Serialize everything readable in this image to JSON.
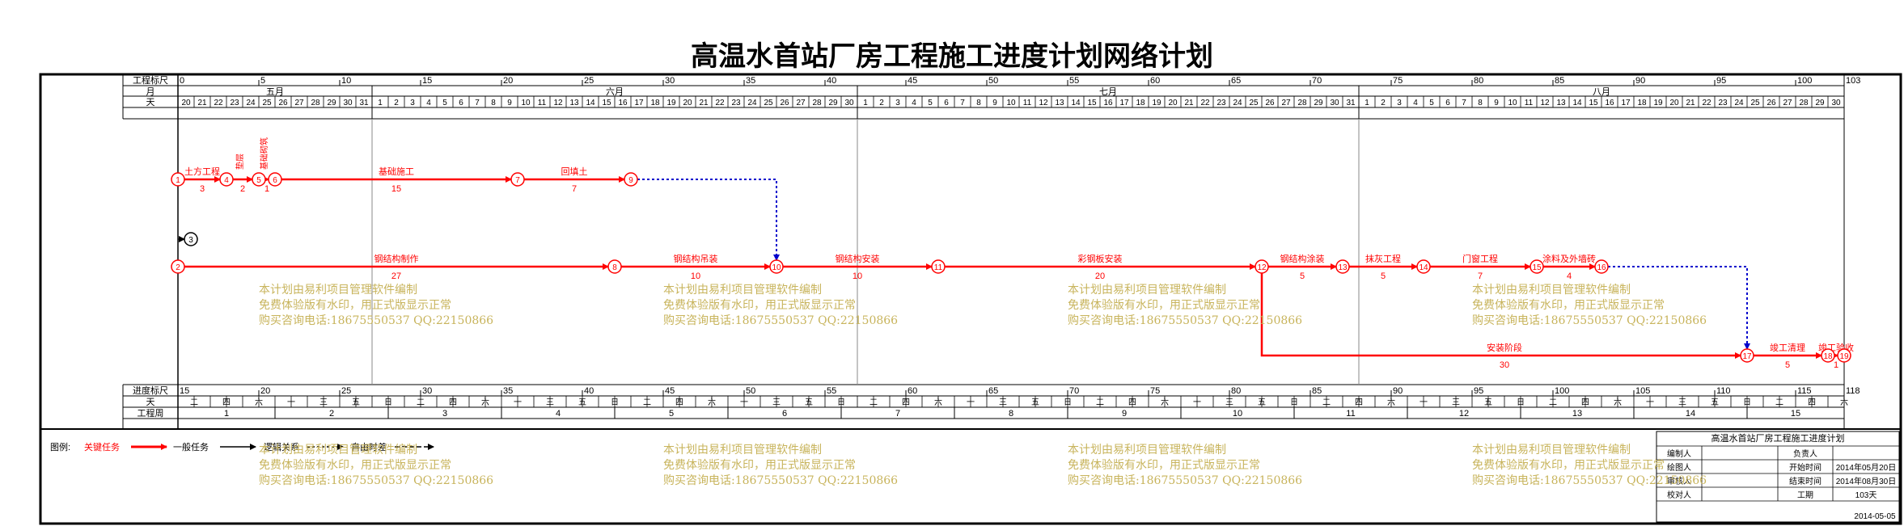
{
  "title": "高温水首站厂房工程施工进度计划网络计划",
  "scale_labels": {
    "engineering": "工程标尺",
    "month": "月",
    "day": "天",
    "progress": "进度标尺",
    "weekday_row": "天",
    "week": "工程周"
  },
  "months": [
    {
      "name": "五月",
      "days": [
        "20",
        "21",
        "22",
        "23",
        "24",
        "25",
        "26",
        "27",
        "28",
        "29",
        "30",
        "31"
      ]
    },
    {
      "name": "六月",
      "days": [
        "1",
        "2",
        "3",
        "4",
        "5",
        "6",
        "7",
        "8",
        "9",
        "10",
        "11",
        "12",
        "13",
        "14",
        "15",
        "16",
        "17",
        "18",
        "19",
        "20",
        "21",
        "22",
        "23",
        "24",
        "25",
        "26",
        "27",
        "28",
        "29",
        "30"
      ]
    },
    {
      "name": "七月",
      "days": [
        "1",
        "2",
        "3",
        "4",
        "5",
        "6",
        "7",
        "8",
        "9",
        "10",
        "11",
        "12",
        "13",
        "14",
        "15",
        "16",
        "17",
        "18",
        "19",
        "20",
        "21",
        "22",
        "23",
        "24",
        "25",
        "26",
        "27",
        "28",
        "29",
        "30",
        "31"
      ]
    },
    {
      "name": "八月",
      "days": [
        "1",
        "2",
        "3",
        "4",
        "5",
        "6",
        "7",
        "8",
        "9",
        "10",
        "11",
        "12",
        "13",
        "14",
        "15",
        "16",
        "17",
        "18",
        "19",
        "20",
        "21",
        "22",
        "23",
        "24",
        "25",
        "26",
        "27",
        "28",
        "29",
        "30"
      ]
    }
  ],
  "eng_ticks": [
    "0",
    "5",
    "10",
    "15",
    "20",
    "25",
    "30",
    "35",
    "40",
    "45",
    "50",
    "55",
    "60",
    "65",
    "70",
    "75",
    "80",
    "85",
    "90",
    "95",
    "100",
    "103"
  ],
  "prog_ticks": [
    "15",
    "20",
    "25",
    "30",
    "35",
    "40",
    "45",
    "50",
    "55",
    "60",
    "65",
    "70",
    "75",
    "80",
    "85",
    "90",
    "95",
    "100",
    "105",
    "110",
    "115",
    "118"
  ],
  "weekday_names": [
    "日",
    "一",
    "二",
    "三",
    "四",
    "五",
    "六"
  ],
  "weeks": [
    "1",
    "2",
    "3",
    "4",
    "5",
    "6",
    "7",
    "8",
    "9",
    "10",
    "11",
    "12",
    "13",
    "14",
    "15"
  ],
  "nodes": [
    {
      "id": "1",
      "d": 0,
      "row": "top"
    },
    {
      "id": "4",
      "d": 3,
      "row": "top"
    },
    {
      "id": "5",
      "d": 5,
      "row": "top"
    },
    {
      "id": "6",
      "d": 6,
      "row": "top"
    },
    {
      "id": "7",
      "d": 21,
      "row": "top"
    },
    {
      "id": "9",
      "d": 28,
      "row": "top"
    },
    {
      "id": "3",
      "d": 0.8,
      "row": "mid"
    },
    {
      "id": "2",
      "d": 0,
      "row": "bot"
    },
    {
      "id": "8",
      "d": 27,
      "row": "bot"
    },
    {
      "id": "10",
      "d": 37,
      "row": "bot"
    },
    {
      "id": "11",
      "d": 47,
      "row": "bot"
    },
    {
      "id": "12",
      "d": 67,
      "row": "bot"
    },
    {
      "id": "13",
      "d": 72,
      "row": "bot"
    },
    {
      "id": "14",
      "d": 77,
      "row": "bot"
    },
    {
      "id": "15",
      "d": 84,
      "row": "bot"
    },
    {
      "id": "16",
      "d": 88,
      "row": "bot"
    },
    {
      "id": "17",
      "d": 97,
      "row": "low"
    },
    {
      "id": "18",
      "d": 102,
      "row": "low"
    },
    {
      "id": "19",
      "d": 103,
      "row": "low"
    }
  ],
  "activities": [
    {
      "from": "1",
      "to": "4",
      "name": "土方工程",
      "dur": "3",
      "kind": "critical"
    },
    {
      "from": "4",
      "to": "5",
      "name": "垫层",
      "dur": "2",
      "kind": "critical",
      "vertical": true
    },
    {
      "from": "5",
      "to": "6",
      "name": "基础砌筑",
      "dur": "1",
      "kind": "critical",
      "vertical": true
    },
    {
      "from": "6",
      "to": "7",
      "name": "基础施工",
      "dur": "15",
      "kind": "critical"
    },
    {
      "from": "7",
      "to": "9",
      "name": "回填土",
      "dur": "7",
      "kind": "critical"
    },
    {
      "from": "9",
      "to": "10",
      "name": "",
      "dur": "",
      "kind": "dependency"
    },
    {
      "from": "2",
      "to": "8",
      "name": "钢结构制作",
      "dur": "27",
      "kind": "critical"
    },
    {
      "from": "8",
      "to": "10",
      "name": "钢结构吊装",
      "dur": "10",
      "kind": "critical"
    },
    {
      "from": "10",
      "to": "11",
      "name": "钢结构安装",
      "dur": "10",
      "kind": "critical"
    },
    {
      "from": "11",
      "to": "12",
      "name": "彩钢板安装",
      "dur": "20",
      "kind": "critical"
    },
    {
      "from": "12",
      "to": "13",
      "name": "钢结构涂装",
      "dur": "5",
      "kind": "critical"
    },
    {
      "from": "13",
      "to": "14",
      "name": "抹灰工程",
      "dur": "5",
      "kind": "critical"
    },
    {
      "from": "14",
      "to": "15",
      "name": "门窗工程",
      "dur": "7",
      "kind": "critical"
    },
    {
      "from": "15",
      "to": "16",
      "name": "涂料及外墙砖",
      "dur": "4",
      "kind": "critical"
    },
    {
      "from": "16",
      "to": "17",
      "name": "",
      "dur": "",
      "kind": "dependency"
    },
    {
      "from": "12",
      "to": "17",
      "name": "安装阶段",
      "dur": "30",
      "kind": "critical"
    },
    {
      "from": "17",
      "to": "18",
      "name": "竣工清理",
      "dur": "5",
      "kind": "critical"
    },
    {
      "from": "18",
      "to": "19",
      "name": "竣工验收",
      "dur": "1",
      "kind": "critical"
    }
  ],
  "legend": {
    "title": "图例:",
    "critical": "关键任务",
    "normal": "一般任务",
    "logic": "逻辑关系",
    "free_float": "自由时差"
  },
  "info": {
    "title": "高温水首站厂房工程施工进度计划",
    "rows": [
      [
        "编制人",
        "",
        "负责人",
        ""
      ],
      [
        "绘图人",
        "",
        "开始时间",
        "2014年05月20日"
      ],
      [
        "审核人",
        "",
        "结束时间",
        "2014年08月30日"
      ],
      [
        "校对人",
        "",
        "工期",
        "103天"
      ]
    ],
    "date": "2014-05-05"
  },
  "watermark": [
    "本计划由易利项目管理软件编制",
    "免费体验版有水印，用正式版显示正常",
    "购买咨询电话:18675550537 QQ:22150866"
  ],
  "colors": {
    "critical": "#ff0000",
    "dependency": "#0000cc",
    "grid": "#000000",
    "watermark": "#c8b45c"
  }
}
